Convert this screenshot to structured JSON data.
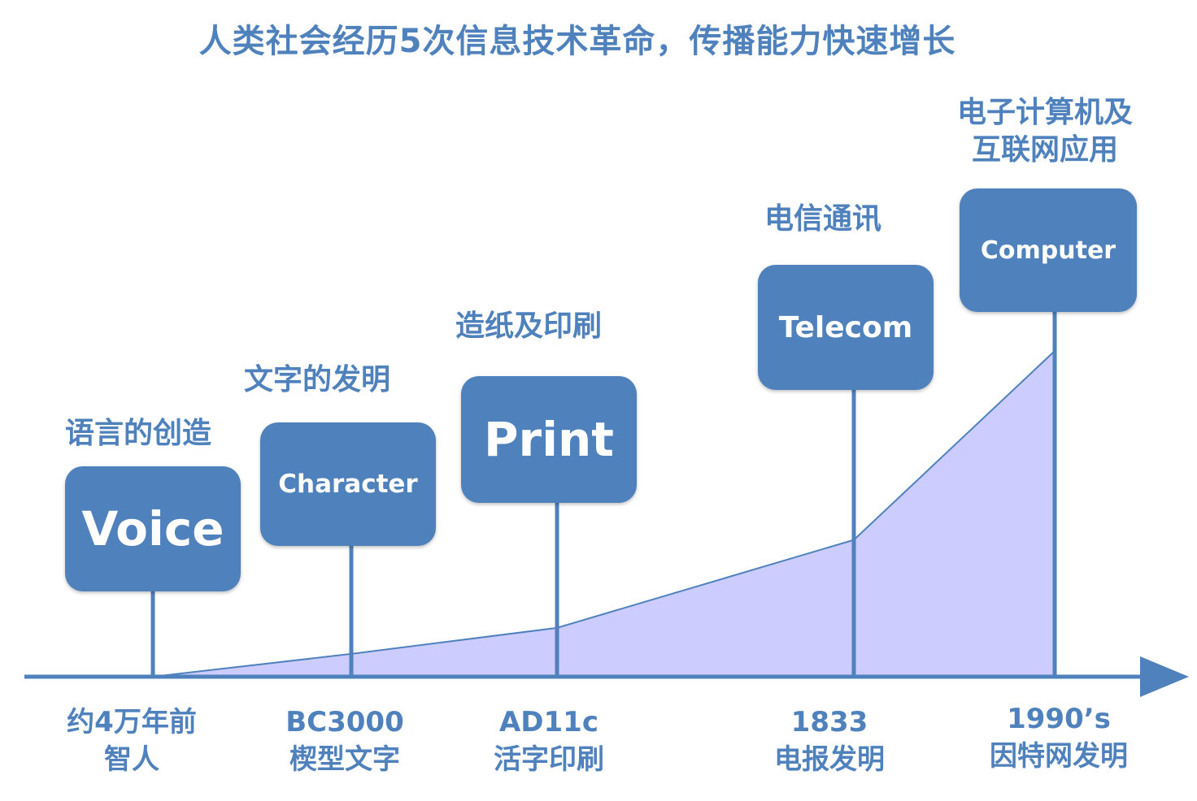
{
  "title": "人类社会经历5次信息技术革命，传播能力快速增长",
  "colors": {
    "accent": "#4f81bd",
    "area_fill": "#ccccff",
    "box_text": "#ffffff"
  },
  "milestones": [
    {
      "box_label": "Voice",
      "caption": "语言的创造",
      "date": "约4万年前",
      "event": "智人"
    },
    {
      "box_label": "Character",
      "caption": "文字的发明",
      "date": "BC3000",
      "event": "楔型文字"
    },
    {
      "box_label": "Print",
      "caption": "造纸及印刷",
      "date": "AD11c",
      "event": "活字印刷"
    },
    {
      "box_label": "Telecom",
      "caption": "电信通讯",
      "date": "1833",
      "event": "电报发明"
    },
    {
      "box_label": "Computer",
      "caption_line1": "电子计算机及",
      "caption_line2": "互联网应用",
      "date": "1990’s",
      "event": "因特网发明"
    }
  ],
  "growth_curve_levels": [
    0,
    0.07,
    0.15,
    0.42,
    1.0
  ]
}
